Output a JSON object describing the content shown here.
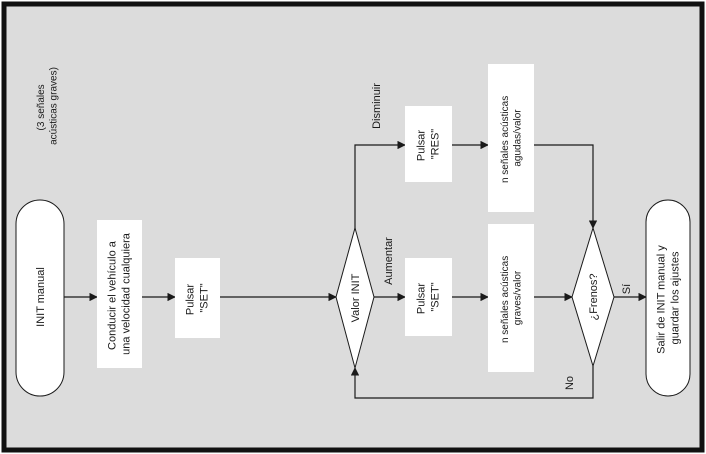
{
  "diagram": {
    "colors": {
      "background": "#dcdcdc",
      "frame": "#111111",
      "box": "#ffffff",
      "line": "#1a1a1a",
      "text": "#1a1a1a"
    },
    "note": [
      "(3 señales",
      "acústicas graves)"
    ],
    "nodes": {
      "init_manual": {
        "text": [
          "INIT manual"
        ]
      },
      "drive": {
        "text": [
          "Conducir el vehículo a",
          "una velocidad cualquiera"
        ]
      },
      "press_set_1": {
        "text": [
          "Pulsar",
          "\"SET\""
        ]
      },
      "valor_init": {
        "text": [
          "Valor INIT"
        ]
      },
      "press_res": {
        "text": [
          "Pulsar",
          "\"RES\""
        ]
      },
      "press_set_2": {
        "text": [
          "Pulsar",
          "\"SET\""
        ]
      },
      "high_signals": {
        "text": [
          "n señales acústicas",
          "agudas/valor"
        ]
      },
      "low_signals": {
        "text": [
          "n señales acústicas",
          "graves/valor"
        ]
      },
      "brakes": {
        "text": [
          "¿Frenos?"
        ]
      },
      "exit": {
        "text": [
          "Salir de INIT manual y",
          "guardar los ajustes"
        ]
      }
    },
    "edges": {
      "decrease": "Disminuir",
      "increase": "Aumentar",
      "yes": "Sí",
      "no": "No"
    }
  }
}
